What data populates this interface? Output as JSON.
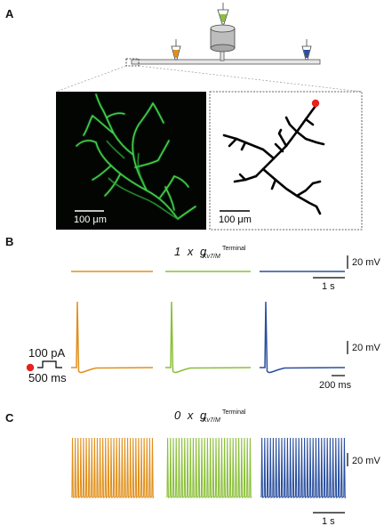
{
  "panels": {
    "a_label": "A",
    "b_label": "B",
    "c_label": "C"
  },
  "panel_a": {
    "micrograph_scale": "100 μm",
    "reconstruction_scale": "100 μm",
    "electrode_colors": {
      "left": "#e0901c",
      "center": "#8bbf3a",
      "right": "#2a4f9e"
    },
    "soma_marker_color": "#e8211d"
  },
  "panel_b": {
    "condition": {
      "multiplier": "1",
      "times": "x",
      "symbol": "g",
      "subscript": "Kv7/M",
      "superscript": "Terminal"
    },
    "scale_voltage_top": "20 mV",
    "scale_time_top": "1 s",
    "scale_voltage_bottom": "20 mV",
    "scale_time_bottom": "200 ms",
    "stimulus_amplitude": "100 pA",
    "stimulus_duration": "500 ms"
  },
  "panel_c": {
    "condition": {
      "multiplier": "0",
      "times": "x",
      "symbol": "g",
      "subscript": "Kv7/M",
      "superscript": "Terminal"
    },
    "scale_voltage": "20 mV",
    "scale_time": "1 s",
    "spikes_per_trace": 30
  },
  "trace_colors": [
    "#e0901c",
    "#8bbf3a",
    "#2a4f9e"
  ]
}
